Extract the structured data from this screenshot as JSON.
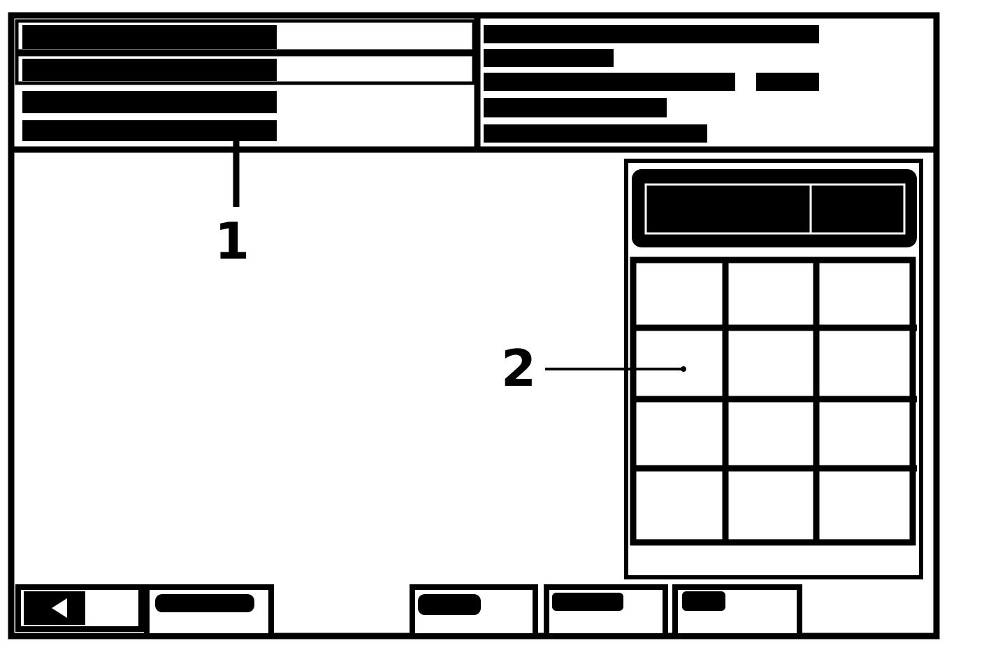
{
  "callouts": {
    "label_1": "1",
    "label_2": "2"
  },
  "screen": {
    "header_left_rows": 4,
    "header_right_rows": 5,
    "keypad": {
      "rows": 4,
      "columns": 3
    },
    "softkey_count": 5
  },
  "colors": {
    "line": "#000000",
    "background": "#ffffff"
  }
}
